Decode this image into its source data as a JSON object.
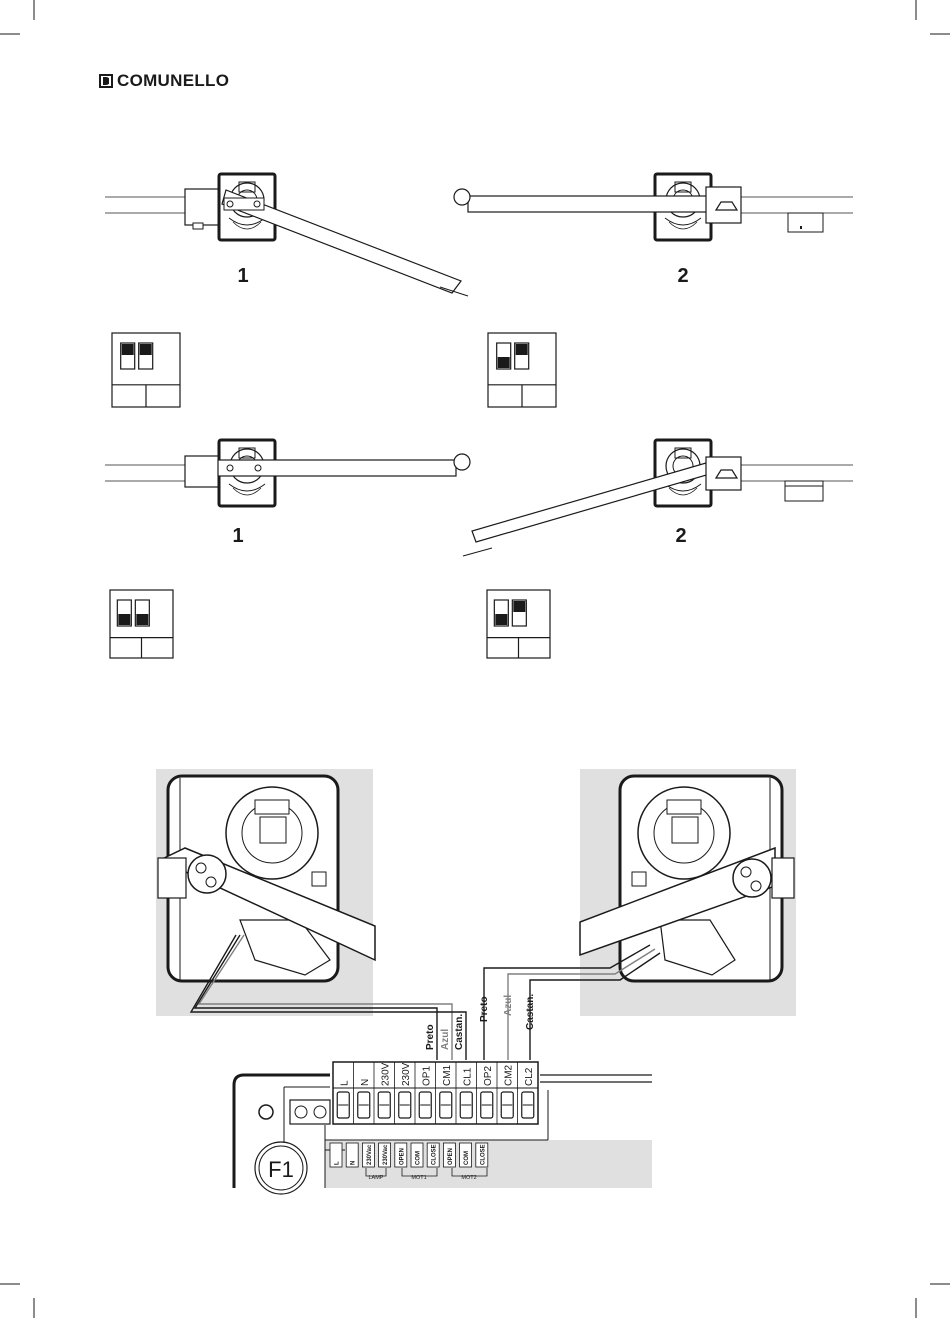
{
  "brand": {
    "name": "COMUNELLO",
    "icon": "comunello-logo-icon"
  },
  "opening_figures": [
    {
      "label": "1"
    },
    {
      "label": "2"
    },
    {
      "label": "1"
    },
    {
      "label": "2"
    }
  ],
  "dip_switch_settings": [
    {
      "switches": [
        "on",
        "on"
      ]
    },
    {
      "switches": [
        "off",
        "on"
      ]
    },
    {
      "switches": [
        "off",
        "off"
      ]
    },
    {
      "switches": [
        "off",
        "on"
      ]
    }
  ],
  "wires": {
    "motor1": {
      "black": "Preto",
      "blue": "Azul",
      "brown": "Castan."
    },
    "motor2": {
      "black": "Preto",
      "blue": "Azul",
      "brown": "Castan."
    }
  },
  "terminals": [
    "L",
    "N",
    "230V",
    "230V",
    "OP1",
    "CM1",
    "CL1",
    "OP2",
    "CM2",
    "CL2"
  ],
  "board_labels": [
    "L",
    "N",
    "230Vac",
    "230Vac",
    "OPEN",
    "COM",
    "CLOSE",
    "OPEN",
    "COM",
    "CLOSE"
  ],
  "board_groups": {
    "lamp": "LAMP",
    "motor1": "MOT1",
    "motor2": "MOT2"
  },
  "fuse": "F1",
  "colors": {
    "wire_blue": "#808080",
    "panel_grey": "#e0e0e0",
    "ink": "#1a1a1a"
  }
}
